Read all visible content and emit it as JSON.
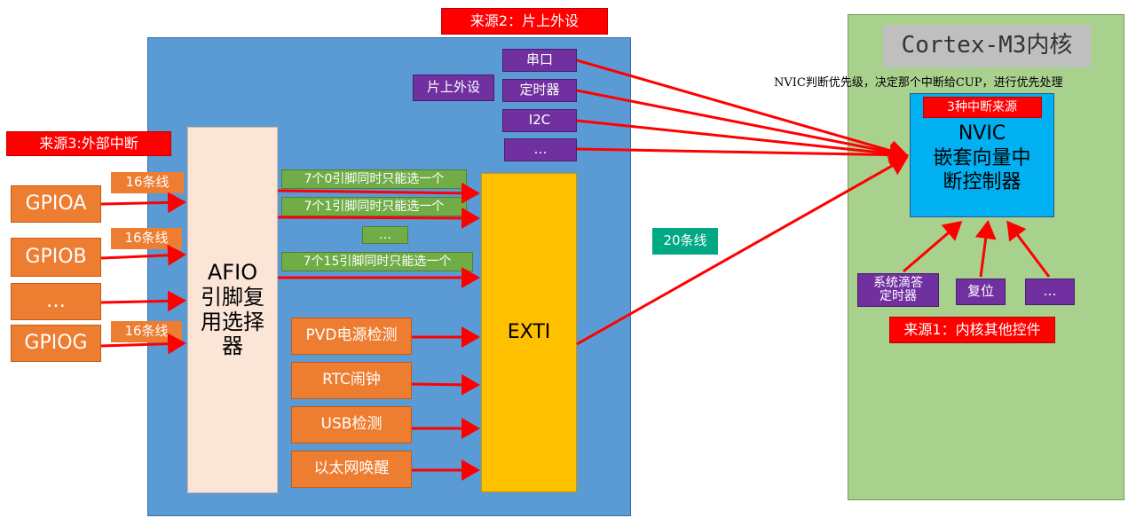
{
  "source2_label": "来源2：片上外设",
  "source3_label": "来源3:外部中断",
  "source1_label": "来源1：内核其他控件",
  "onchip_label": "片上外设",
  "peripherals": [
    "串口",
    "定时器",
    "I2C",
    "…"
  ],
  "gpio": [
    "GPIOA",
    "GPIOB",
    "…",
    "GPIOG"
  ],
  "line16": [
    "16条线",
    "16条线",
    "16条线"
  ],
  "afio_label": "AFIO\n引脚复\n用选择\n器",
  "pin_selects": [
    "7个0引脚同时只能选一个",
    "7个1引脚同时只能选一个",
    "…",
    "7个15引脚同时只能选一个"
  ],
  "exti_label": "EXTI",
  "exti_sources": [
    "PVD电源检测",
    "RTC闹钟",
    "USB检测",
    "以太网唤醒"
  ],
  "line20_label": "20条线",
  "core_title": "Cortex-M3内核",
  "nvic_note": "NVIC判断优先级，决定那个中断给CUP，进行优先处理",
  "nvic_sources_label": "3种中断来源",
  "nvic_label": "NVIC\n嵌套向量中\n断控制器",
  "core_sources": [
    "系统滴答\n定时器",
    "复位",
    "…"
  ],
  "colors": {
    "arrow": "#ff0000",
    "panel_blue": "#5b9bd5",
    "panel_green": "#a9d18e"
  }
}
